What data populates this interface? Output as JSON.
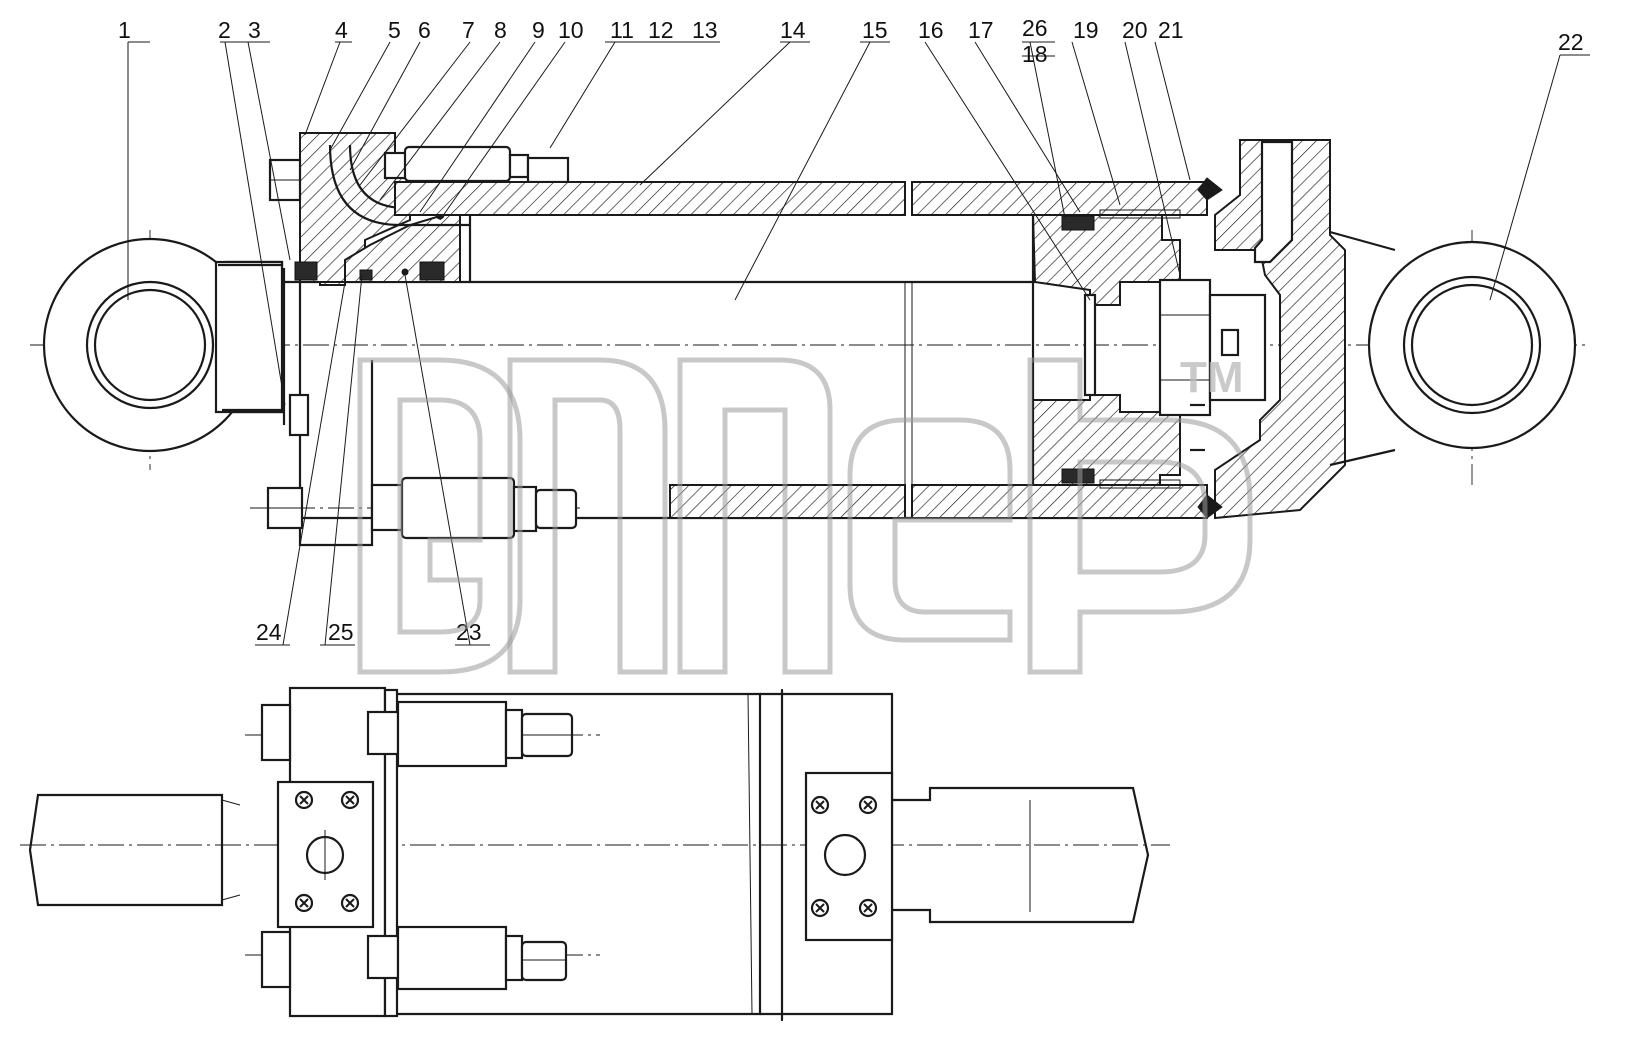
{
  "callouts_top": [
    "1",
    "2",
    "3",
    "4",
    "5",
    "6",
    "7",
    "8",
    "9",
    "10",
    "11",
    "12",
    "13",
    "14",
    "15",
    "16",
    "17",
    "26",
    "18",
    "19",
    "20",
    "21",
    "22"
  ],
  "callouts_bottom": [
    "24",
    "25",
    "23"
  ],
  "watermark": {
    "trademark": "TM"
  }
}
